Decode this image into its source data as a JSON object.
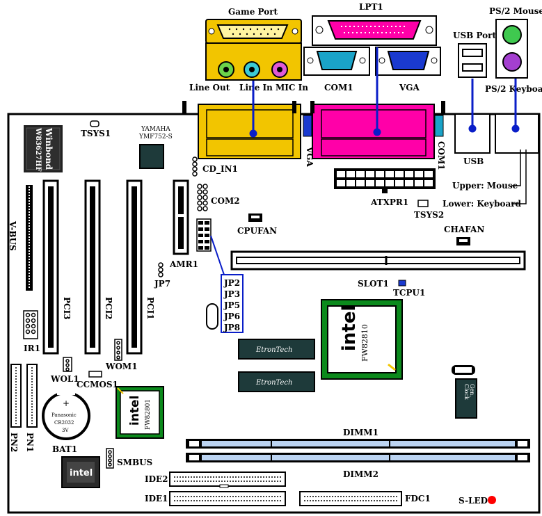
{
  "title": "Motherboard Layout",
  "rear_panel": {
    "game_port": "Game Port",
    "lpt1": "LPT1",
    "ps2_mouse": "PS/2 Mouse",
    "usb_port": "USB Port",
    "line_out": "Line Out",
    "line_in": "Line In",
    "mic_in": "MIC In",
    "com1": "COM1",
    "vga": "VGA",
    "ps2_keyboard": "PS/2 Keyboard"
  },
  "board": {
    "vga_v": "VGA",
    "com1_v": "COM1",
    "usb": "USB",
    "upper_mouse": "Upper: Mouse",
    "lower_keyboard": "Lower: Keyboard",
    "tsys1": "TSYS1",
    "yamaha": "YAMAHA",
    "ymf": "YMF752-S",
    "winbond1": "Winbond",
    "winbond2": "W83627HF",
    "cd_in1": "CD_IN1",
    "com2": "COM2",
    "atxpr1": "ATXPR1",
    "tsys2": "TSYS2",
    "cpufan": "CPUFAN",
    "chafan": "CHAFAN",
    "vbus": "V-BUS",
    "amr1": "AMR1",
    "jp7": "JP7",
    "slot1": "SLOT1",
    "tcpu1": "TCPU1",
    "jumpers": [
      "JP2",
      "JP3",
      "JP5",
      "JP6",
      "JP8"
    ],
    "pci3": "PCI3",
    "pci2": "PCI2",
    "pci1": "PCI1",
    "ir1": "IR1",
    "intel_main": "intel",
    "fw82810": "FW82810",
    "etrontech": "EtronTech",
    "wom1": "WOM1",
    "wol1": "WOL1",
    "ccmos1": "CCMOS1",
    "panasonic": "Panasonic",
    "cr2032": "CR2032",
    "volt": "3V",
    "bat1": "BAT1",
    "intel_ich": "intel",
    "fw82801": "FW82801",
    "clock_gen1": "Clock",
    "clock_gen2": "Gen.",
    "pn2": "PN2",
    "pn1": "PN1",
    "smbus": "SMBUS",
    "dimm1": "DIMM1",
    "dimm2": "DIMM2",
    "ide2": "IDE2",
    "ide1": "IDE1",
    "fdc1": "FDC1",
    "sled": "S-LED",
    "intel_bios": "intel"
  },
  "colors": {
    "game_port": "#f2c500",
    "lpt": "#ff00a8",
    "com": "#1aa3c8",
    "vga": "#1a3ad0",
    "blue_line": "#0a1ec8",
    "sled": "#ff0000",
    "mouse_port": "#3fc94f",
    "kbd_port": "#a43fd0",
    "line_out": "#6cd34a",
    "line_in": "#3ccbd6",
    "mic_in": "#e05ad6"
  }
}
